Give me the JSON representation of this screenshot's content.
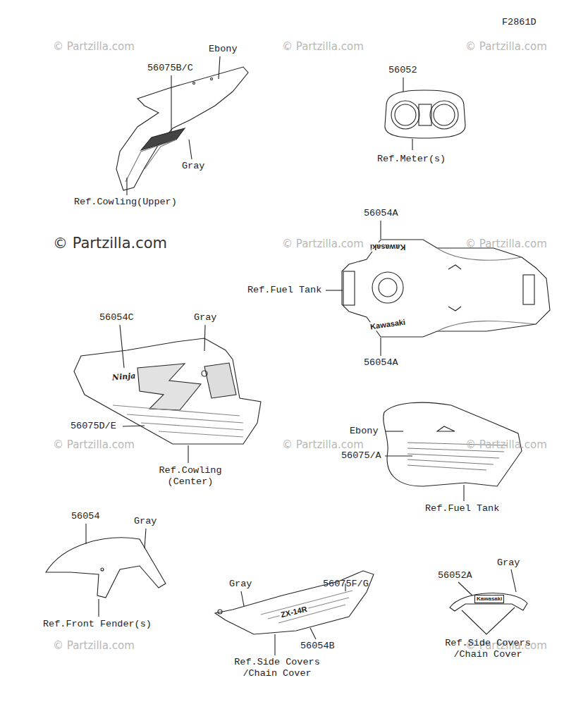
{
  "diagram": {
    "labels": [
      "F2861D",
      "© Partzilla.com",
      "© Partzilla.com",
      "© Partzilla.com",
      "Ebony",
      "56075B/C",
      "56052",
      "Gray",
      "Ref.Meter(s)",
      "Ref.Cowling(Upper)",
      "56054A",
      "© Partzilla.com",
      "© Partzilla.com",
      "© Partzilla.com",
      "Kawasaki",
      "Ref.Fuel Tank",
      "56054C",
      "Gray",
      "Kawasaki",
      "56054A",
      "Ninja",
      "56075D/E",
      "Ebony",
      "© Partzilla.com",
      "© Partzilla.com",
      "© Partzilla.com",
      "56075/A",
      "Ref.Cowling (Center)",
      "Ref.Fuel Tank",
      "56054",
      "Gray",
      "Gray",
      "56075F/G",
      "56052A",
      "Gray",
      "Kawasaki",
      "ZX-14R",
      "Ref.Front Fender(s)",
      "© Partzilla.com",
      "© Partzilla.com",
      "56054B",
      "Ref.Side Covers /Chain Cover",
      "Ref.Side Covers /Chain Cover"
    ]
  }
}
